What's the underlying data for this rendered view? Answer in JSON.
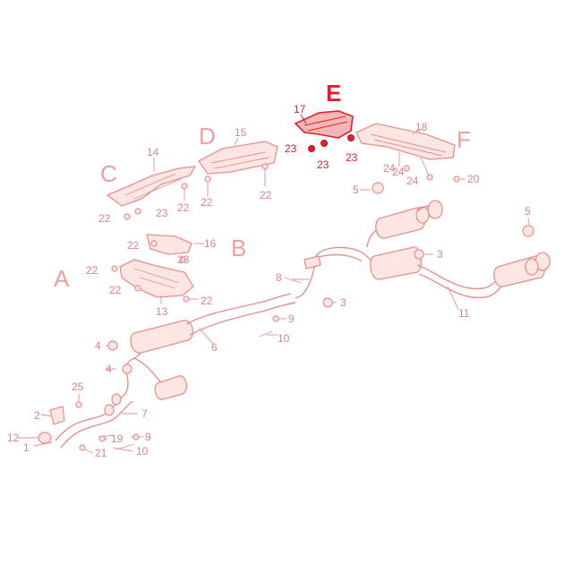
{
  "sections": {
    "A": "A",
    "B": "B",
    "C": "C",
    "D": "D",
    "E": "E",
    "F": "F"
  },
  "highlight_color": "#e0202a",
  "line_color": "#e7908c",
  "parts": {
    "p1": "1",
    "p2": "2",
    "p3": "3",
    "p4": "4",
    "p5": "5",
    "p6": "6",
    "p7": "7",
    "p8": "8",
    "p9": "9",
    "p10": "10",
    "p11": "11",
    "p12": "12",
    "p13": "13",
    "p14": "14",
    "p15": "15",
    "p16": "16",
    "p17": "17",
    "p18": "18",
    "p19": "19",
    "p20": "20",
    "p21": "21",
    "p22": "22",
    "p23": "23",
    "p24": "24",
    "p25": "25"
  }
}
